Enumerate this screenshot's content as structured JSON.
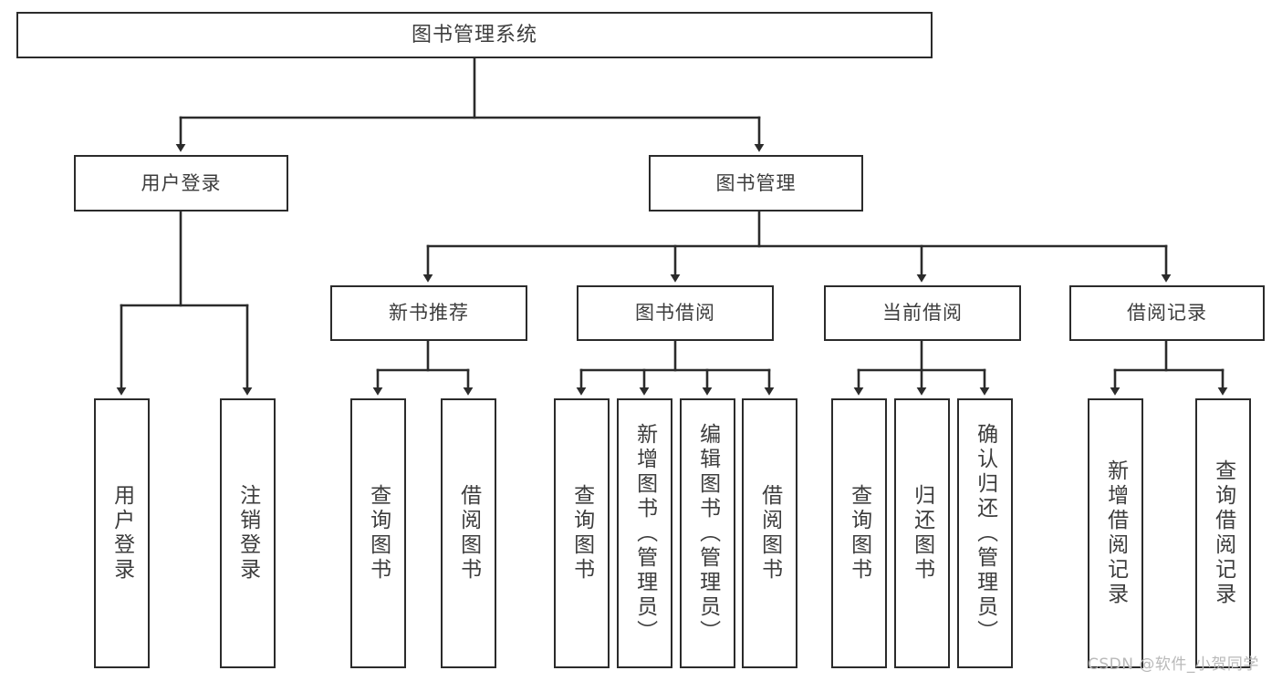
{
  "diagram": {
    "type": "hierarchy-tree",
    "title": "图书管理系统",
    "root": {
      "label": "图书管理系统"
    },
    "level2": [
      {
        "label": "用户登录"
      },
      {
        "label": "图书管理"
      }
    ],
    "level3": [
      {
        "label": "新书推荐"
      },
      {
        "label": "图书借阅"
      },
      {
        "label": "当前借阅"
      },
      {
        "label": "借阅记录"
      }
    ],
    "leaves": {
      "user_login": [
        {
          "label": "用户登录"
        },
        {
          "label": "注销登录"
        }
      ],
      "new_book_recommend": [
        {
          "label": "查询图书"
        },
        {
          "label": "借阅图书"
        }
      ],
      "book_borrow": [
        {
          "label": "查询图书"
        },
        {
          "label": "新增图书（管理员）"
        },
        {
          "label": "编辑图书（管理员）"
        },
        {
          "label": "借阅图书"
        }
      ],
      "current_borrow": [
        {
          "label": "查询图书"
        },
        {
          "label": "归还图书"
        },
        {
          "label": "确认归还（管理员）"
        }
      ],
      "borrow_record": [
        {
          "label": "新增借阅记录"
        },
        {
          "label": "查询借阅记录"
        }
      ]
    }
  },
  "watermark": {
    "text": "CSDN @软件_小贺同学"
  },
  "colors": {
    "border": "#2b2b2b",
    "text": "#3d3d3d",
    "background": "#ffffff",
    "watermark": "#b9b9b9"
  }
}
